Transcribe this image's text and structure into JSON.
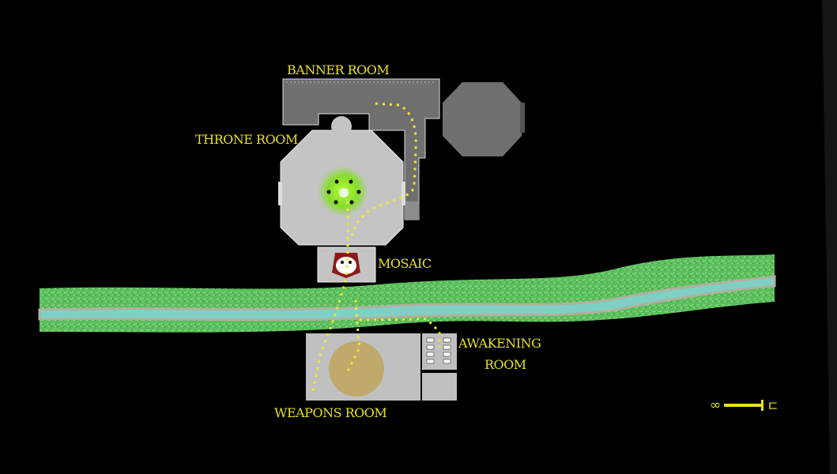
{
  "labels": {
    "banner_room": "BANNER ROOM",
    "throne_room": "THRONE ROOM",
    "mosaic": "MOSAIC",
    "awakening_room_line1": "AWAKENING",
    "awakening_room_line2": "ROOM",
    "weapons_room": "WEAPONS ROOM"
  },
  "compass": {
    "left_glyph": "∞",
    "right_glyph": "ㄷ"
  },
  "colors": {
    "label": "#e6e21e",
    "path": "#f0e830",
    "glow": "#8fe81a",
    "river": "#7fd8c8",
    "grass": "#5cbf5c"
  }
}
